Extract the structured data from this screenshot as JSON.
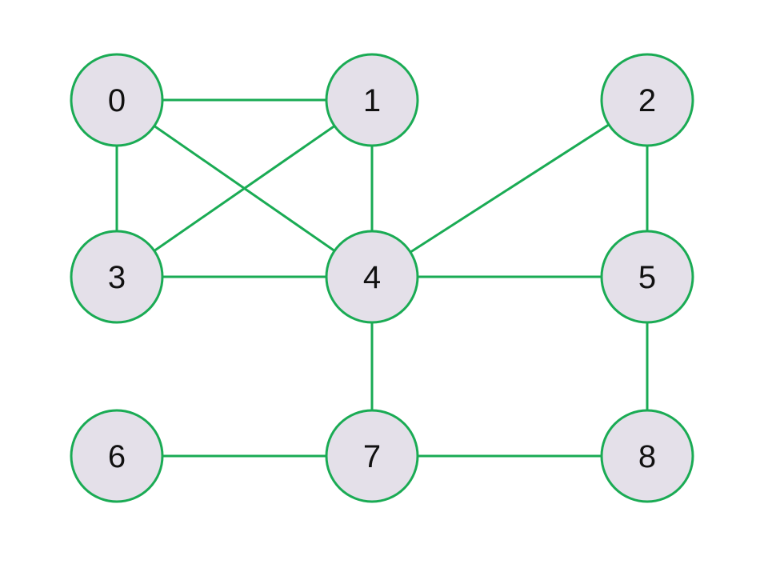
{
  "graph": {
    "node_fill": "#e4e0e9",
    "edge_color": "#1aab54",
    "nodes": [
      {
        "id": "0",
        "label": "0"
      },
      {
        "id": "1",
        "label": "1"
      },
      {
        "id": "2",
        "label": "2"
      },
      {
        "id": "3",
        "label": "3"
      },
      {
        "id": "4",
        "label": "4"
      },
      {
        "id": "5",
        "label": "5"
      },
      {
        "id": "6",
        "label": "6"
      },
      {
        "id": "7",
        "label": "7"
      },
      {
        "id": "8",
        "label": "8"
      }
    ],
    "edges": [
      [
        "0",
        "1"
      ],
      [
        "0",
        "3"
      ],
      [
        "0",
        "4"
      ],
      [
        "1",
        "3"
      ],
      [
        "1",
        "4"
      ],
      [
        "2",
        "4"
      ],
      [
        "2",
        "5"
      ],
      [
        "3",
        "4"
      ],
      [
        "4",
        "5"
      ],
      [
        "4",
        "7"
      ],
      [
        "5",
        "8"
      ],
      [
        "6",
        "7"
      ],
      [
        "7",
        "8"
      ]
    ]
  }
}
